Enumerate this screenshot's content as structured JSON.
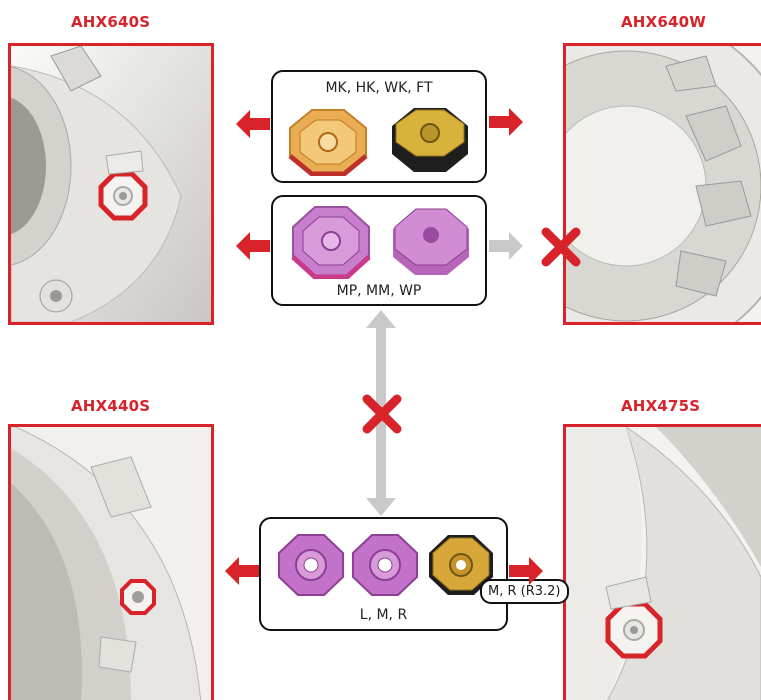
{
  "tools": {
    "top_left": "AHX640S",
    "top_right": "AHX640W",
    "bottom_left": "AHX440S",
    "bottom_right": "AHX475S"
  },
  "insert_groups": {
    "group1": "MK, HK, WK, FT",
    "group2": "MP, MM, WP",
    "group3": "L, M, R",
    "group3_note": "M, R (R3.2)"
  },
  "colors": {
    "accent_red": "#d8232a",
    "arrow_gray": "#c9c9c9",
    "insert_pink": "#c46cc4",
    "insert_gold": "#d8a73a",
    "insert_black": "#1e1e1e"
  }
}
